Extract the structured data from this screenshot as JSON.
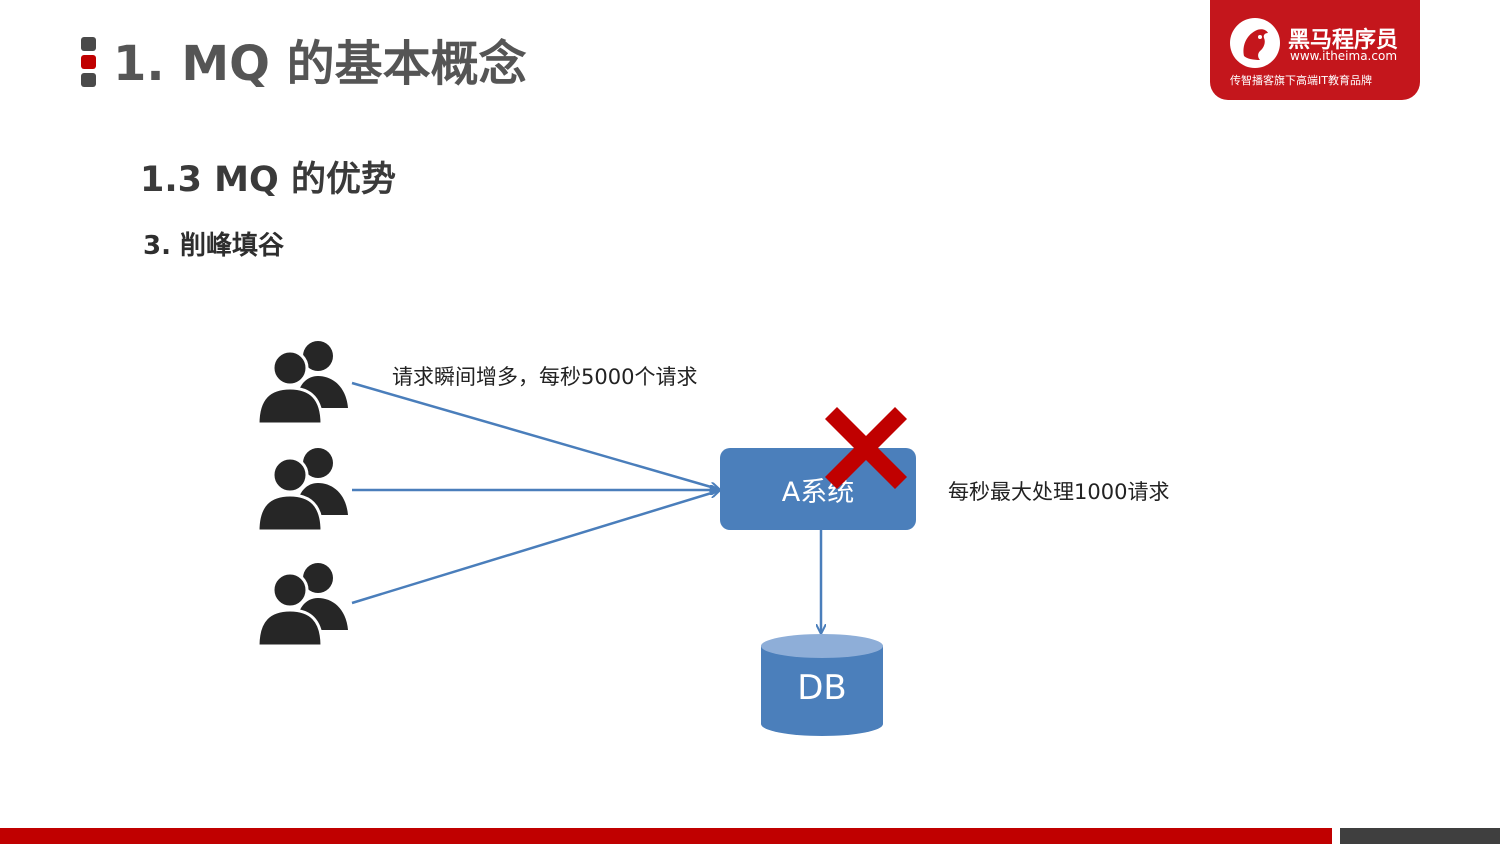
{
  "header": {
    "title": "1. MQ 的基本概念",
    "subtitle": "1.3 MQ 的优势",
    "section": "3. 削峰填谷"
  },
  "logo": {
    "name": "黑马程序员",
    "url": "www.itheima.com",
    "slogan": "传智播客旗下高端IT教育品牌"
  },
  "diagram": {
    "request_note": "请求瞬间增多，每秒5000个请求",
    "system_label": "A系统",
    "capacity_note": "每秒最大处理1000请求",
    "db_label": "DB",
    "user_groups": [
      "users-icon",
      "users-icon",
      "users-icon"
    ],
    "overload_mark": "cross-icon"
  },
  "colors": {
    "accent_red": "#c00000",
    "logo_red": "#c4161c",
    "box_blue": "#4b7fbb",
    "arrow_blue": "#4a7ebb",
    "db_top": "#8eaed8",
    "cross_red": "#c00000",
    "icon_dark": "#262626"
  }
}
